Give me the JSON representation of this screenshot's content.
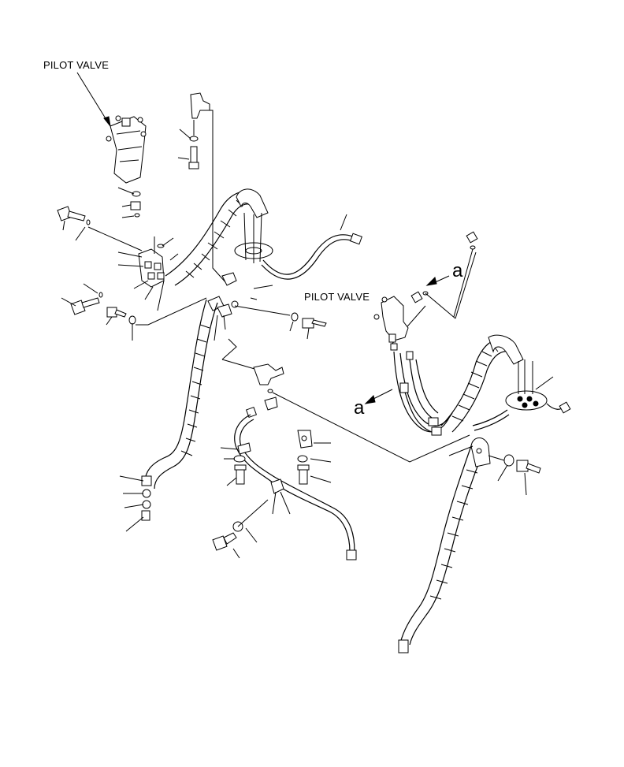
{
  "labels": {
    "pilot_valve_left": "PILOT VALVE",
    "pilot_valve_right": "PILOT VALVE",
    "detail_a_top": "a",
    "detail_a_bottom": "a"
  },
  "icons": {
    "leader": "leader-line",
    "arrow": "arrow-icon",
    "hose": "hose-icon",
    "bolt": "bolt-icon",
    "washer": "washer-icon",
    "clamp": "clamp-icon",
    "fitting": "fitting-icon",
    "bracket": "bracket-icon"
  }
}
